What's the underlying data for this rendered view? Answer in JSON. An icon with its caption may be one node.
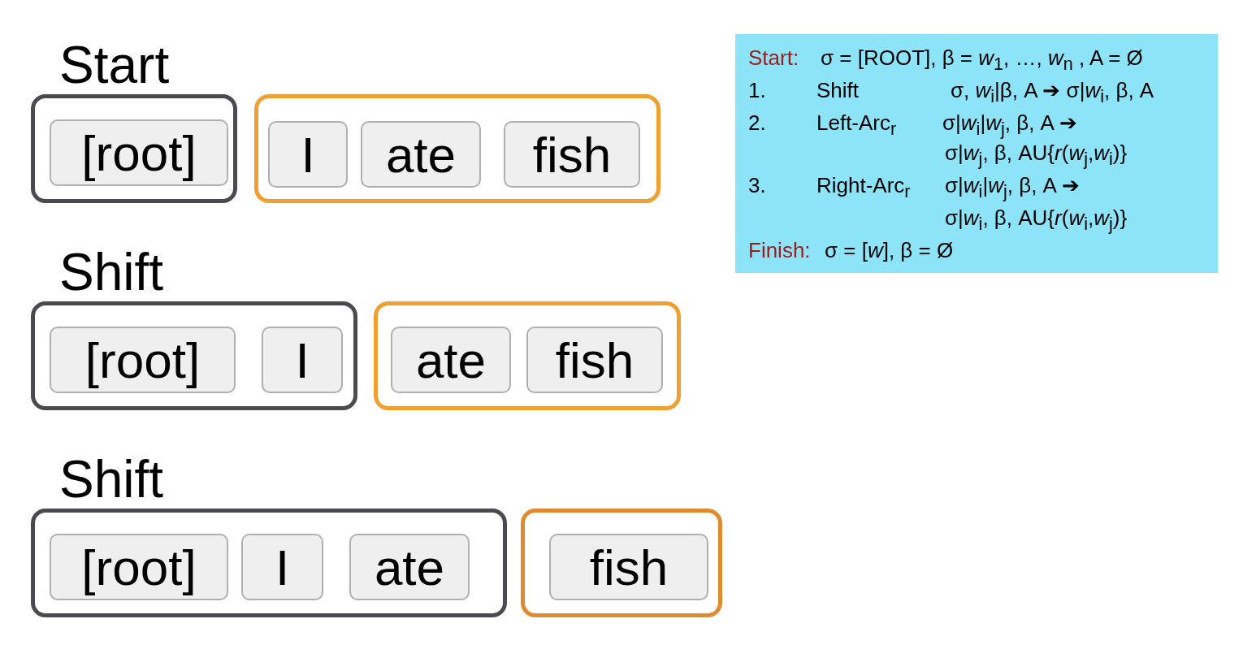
{
  "diagram": {
    "nodes": [
      {
        "text": [],
        "shape": "box"
      },
      {
        "text": [
          "[root]"
        ],
        "in": 0
      },
      {
        "text": [],
        "shape": "box"
      },
      {
        "text": [
          "I"
        ],
        "in": 2
      },
      {
        "text": [
          "ate"
        ],
        "in": 2
      },
      {
        "text": [
          "fish"
        ],
        "in": 2
      },
      {
        "text": [],
        "shape": "box"
      },
      {
        "text": [
          "[root]"
        ],
        "in": 6
      },
      {
        "text": [
          "I"
        ],
        "in": 6
      },
      {
        "text": [],
        "shape": "box"
      },
      {
        "text": [
          "ate"
        ],
        "in": 9
      },
      {
        "text": [
          "fish"
        ],
        "in": 9
      },
      {
        "text": [],
        "shape": "box"
      },
      {
        "text": [
          "[root]"
        ],
        "in": 12
      },
      {
        "text": [
          "I"
        ],
        "in": 12
      },
      {
        "text": [
          "ate"
        ],
        "in": 12
      },
      {
        "text": [],
        "shape": "box"
      },
      {
        "text": [
          "fish"
        ],
        "in": 16
      },
      {
        "text": [
          "Start:",
          "σ = [ROOT], β = *w*$_{1}$, …, *w*$_{n}$ , A = Ø",
          "1.",
          "Shift",
          "σ, *w*$_{i}$|β, A ➔ σ|*w*$_{i}$, β, A",
          "2.",
          "Left-Arc$_{r}$",
          "σ|*w*$_{i}$|*w*$_{j}$, β, A ➔",
          "σ|*w*$_{j}$, β, AU{*r*(*w*$_{j}$,*w*$_{i}$)}",
          "3.",
          "Right-Arc$_{r}$",
          "σ|*w*$_{i}$|*w*$_{j}$, β, A ➔",
          "σ|*w*$_{i}$, β, AU{*r*(*w*$_{i}$,*w*$_{j}$)}",
          "Finish:",
          "σ = [*w*], β = Ø"
        ]
      }
    ],
    "edges": [],
    "labels": [
      "Start",
      "Shift",
      "Shift"
    ]
  }
}
